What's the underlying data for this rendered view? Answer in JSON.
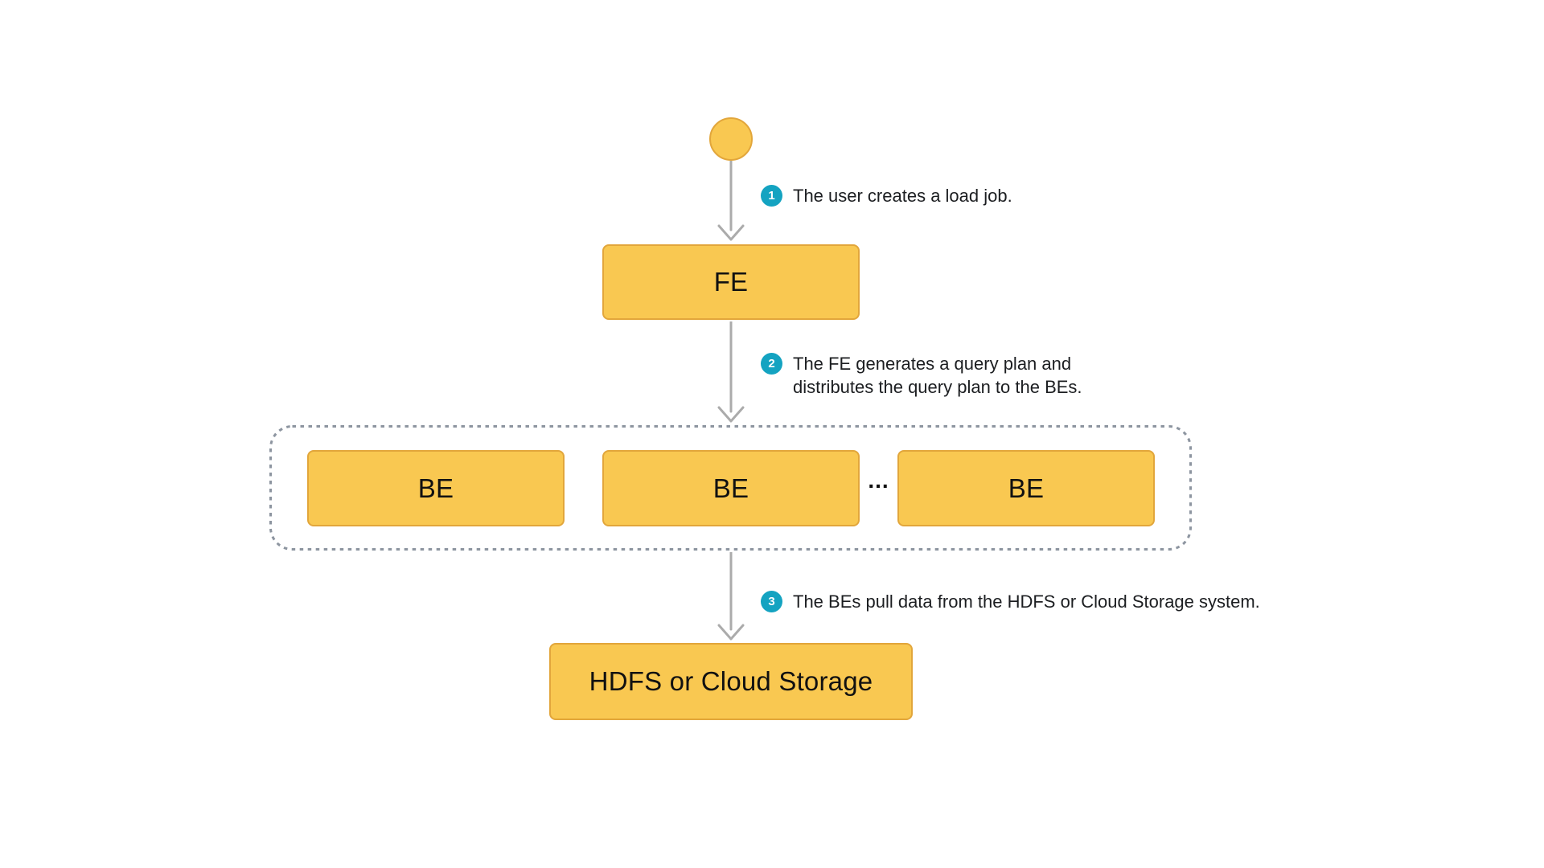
{
  "diagram": {
    "nodes": {
      "fe": "FE",
      "be1": "BE",
      "be2": "BE",
      "be3": "BE",
      "ellipsis": "...",
      "hdfs": "HDFS or Cloud Storage"
    },
    "steps": [
      {
        "number": "1",
        "lines": [
          "The user creates a load job."
        ]
      },
      {
        "number": "2",
        "lines": [
          "The FE generates a query plan and",
          "distributes the query plan to the BEs."
        ]
      },
      {
        "number": "3",
        "lines": [
          "The BEs pull data from the HDFS or Cloud Storage system."
        ]
      }
    ]
  },
  "colors": {
    "node_fill": "#F9C851",
    "node_border": "#E2A63B",
    "badge": "#14A3C1",
    "arrow": "#ABABAB",
    "cluster_border": "#8D95A0",
    "step_text": "#1C1E21"
  }
}
